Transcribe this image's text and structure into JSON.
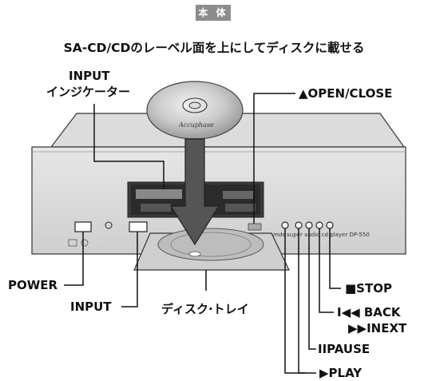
{
  "header": {
    "badge": "本 体"
  },
  "instruction": "SA-CD/CDのレーベル面を上にしてディスクに載せる",
  "disc": {
    "brand": "Accuphase"
  },
  "labels": {
    "input_indicator_line1": "INPUT",
    "input_indicator_line2": "インジケーター",
    "open_close": "▲OPEN/CLOSE",
    "power": "POWER",
    "input": "INPUT",
    "disc_tray": "ディスク·トレイ",
    "stop": "■STOP",
    "back": "I◀◀ BACK",
    "next": "▶▶INEXT",
    "pause": "IIPAUSE",
    "play": "▶PLAY"
  },
  "device": {
    "model_text": "mds super audio cd player DP-550"
  },
  "colors": {
    "badge": "#8c8c8c",
    "line": "#111111",
    "panel": "#d9d9d9",
    "display": "#2b2b2b"
  }
}
